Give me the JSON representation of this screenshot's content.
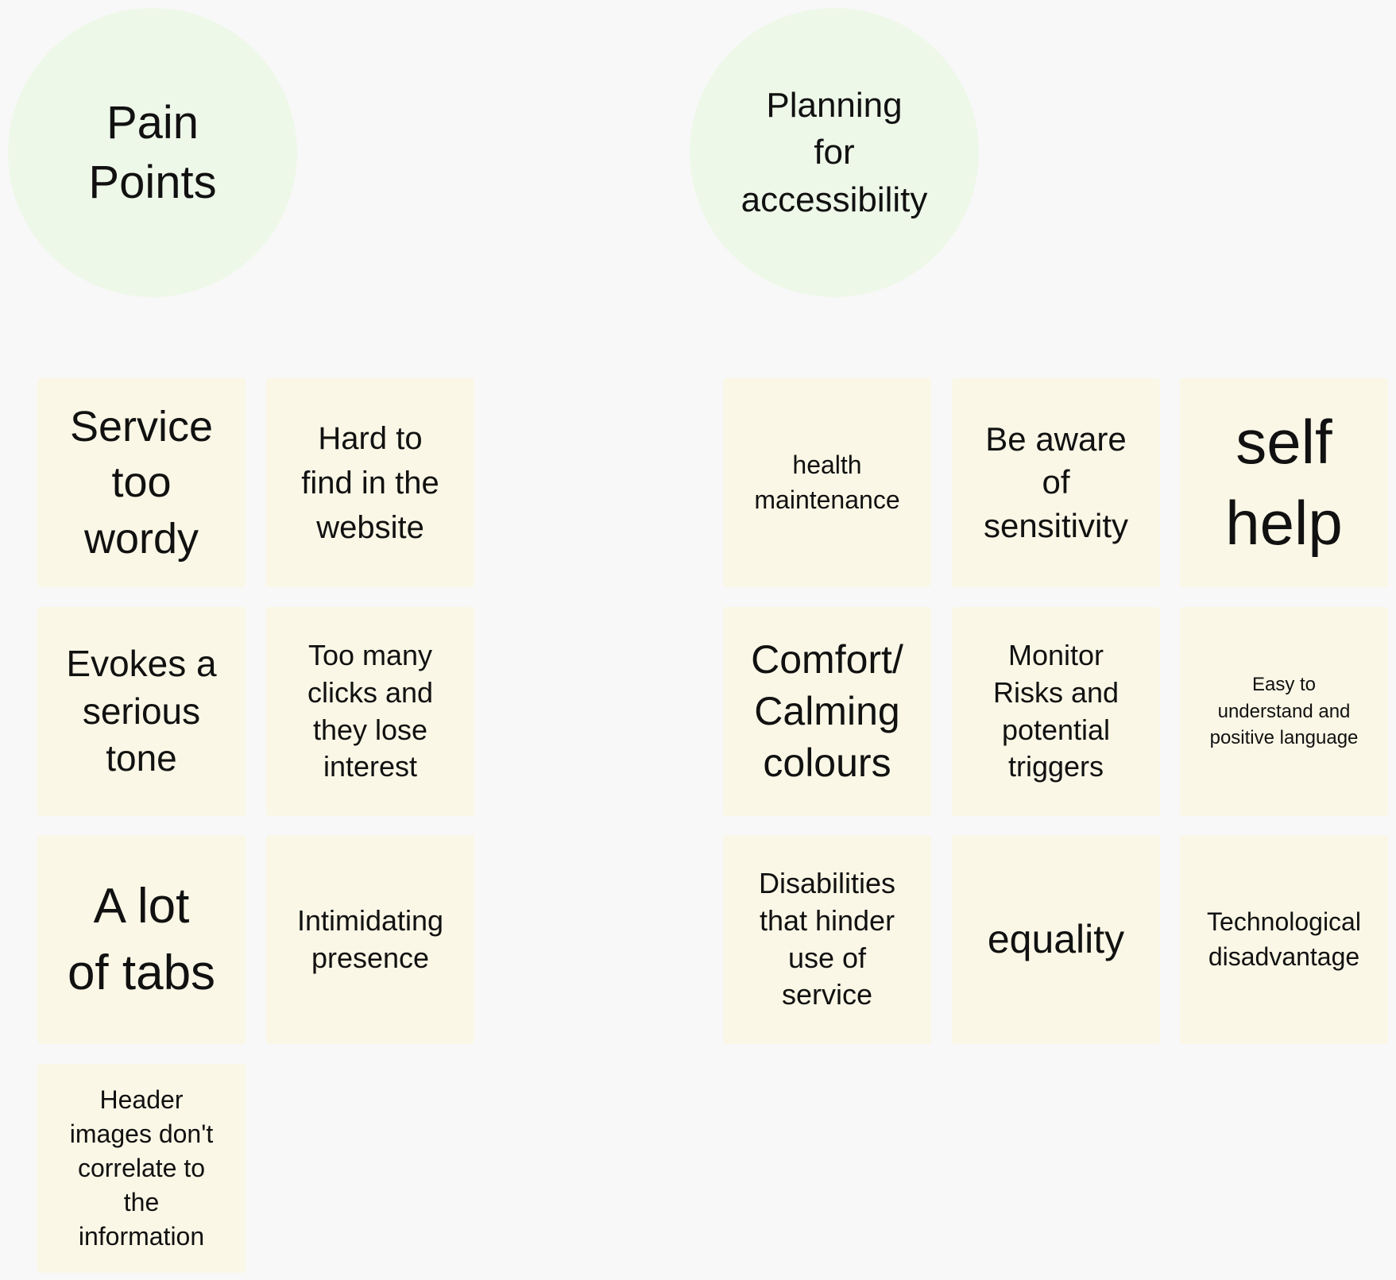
{
  "board": {
    "pain_points": {
      "title": "Pain\nPoints",
      "notes": [
        "Service\ntoo\nwordy",
        "Hard to\nfind in the\nwebsite",
        "Evokes a\nserious\ntone",
        "Too many\nclicks and\nthey lose\ninterest",
        "A lot\nof tabs",
        "Intimidating\npresence",
        "Header\nimages don't\ncorrelate to\nthe\ninformation"
      ]
    },
    "planning": {
      "title": "Planning\nfor\naccessibility",
      "notes": [
        "health\nmaintenance",
        "Be aware\nof\nsensitivity",
        "self\nhelp",
        "Comfort/\nCalming\ncolours",
        "Monitor\nRisks and\npotential\ntriggers",
        "Easy to\nunderstand and\npositive language",
        "Disabilities\nthat hinder\nuse of\nservice",
        "equality",
        "Technological\ndisadvantage"
      ]
    },
    "colors": {
      "background": "#f8f8f8",
      "circle": "#eef8e9",
      "sticky_note": "#faf7e6"
    }
  }
}
